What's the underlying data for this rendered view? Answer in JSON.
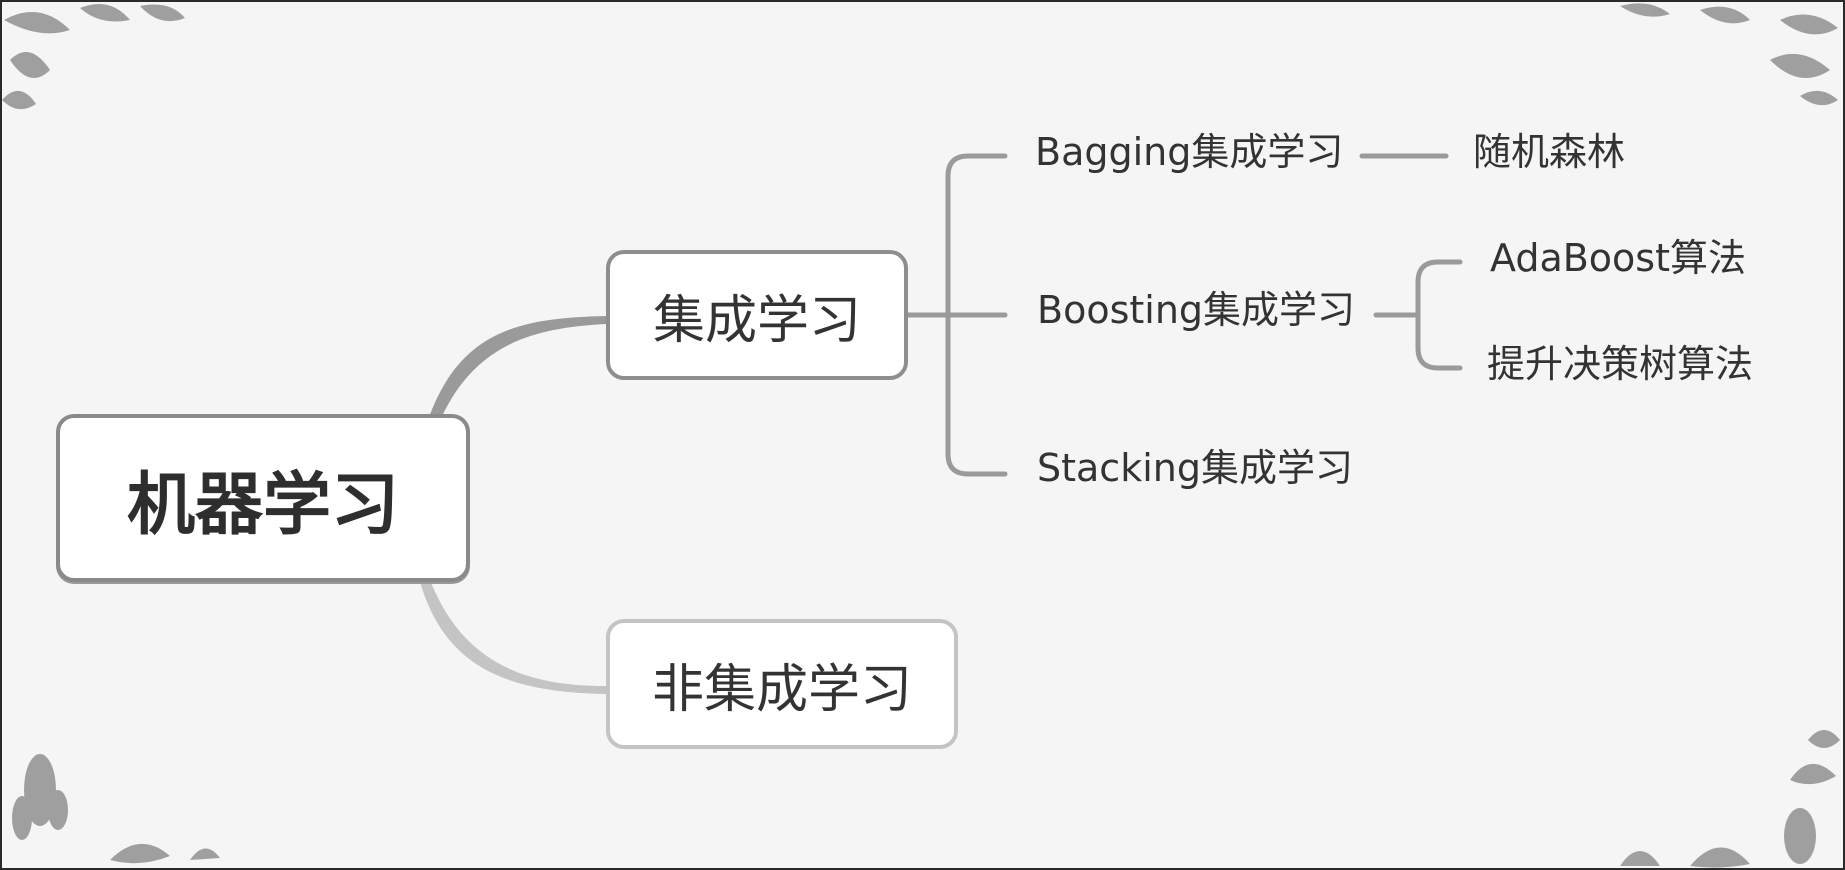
{
  "mindmap": {
    "root": "机器学习",
    "branches": [
      {
        "label": "集成学习",
        "children": [
          {
            "label": "Bagging集成学习",
            "children": [
              "随机森林"
            ]
          },
          {
            "label": "Boosting集成学习",
            "children": [
              "AdaBoost算法",
              "提升决策树算法"
            ]
          },
          {
            "label": "Stacking集成学习",
            "children": []
          }
        ]
      },
      {
        "label": "非集成学习",
        "children": []
      }
    ]
  },
  "colors": {
    "background": "#f5f5f5",
    "border": "#2a2a2a",
    "connector_dark": "#9a9a9a",
    "connector_light": "#c4c4c4",
    "text": "#333333"
  }
}
